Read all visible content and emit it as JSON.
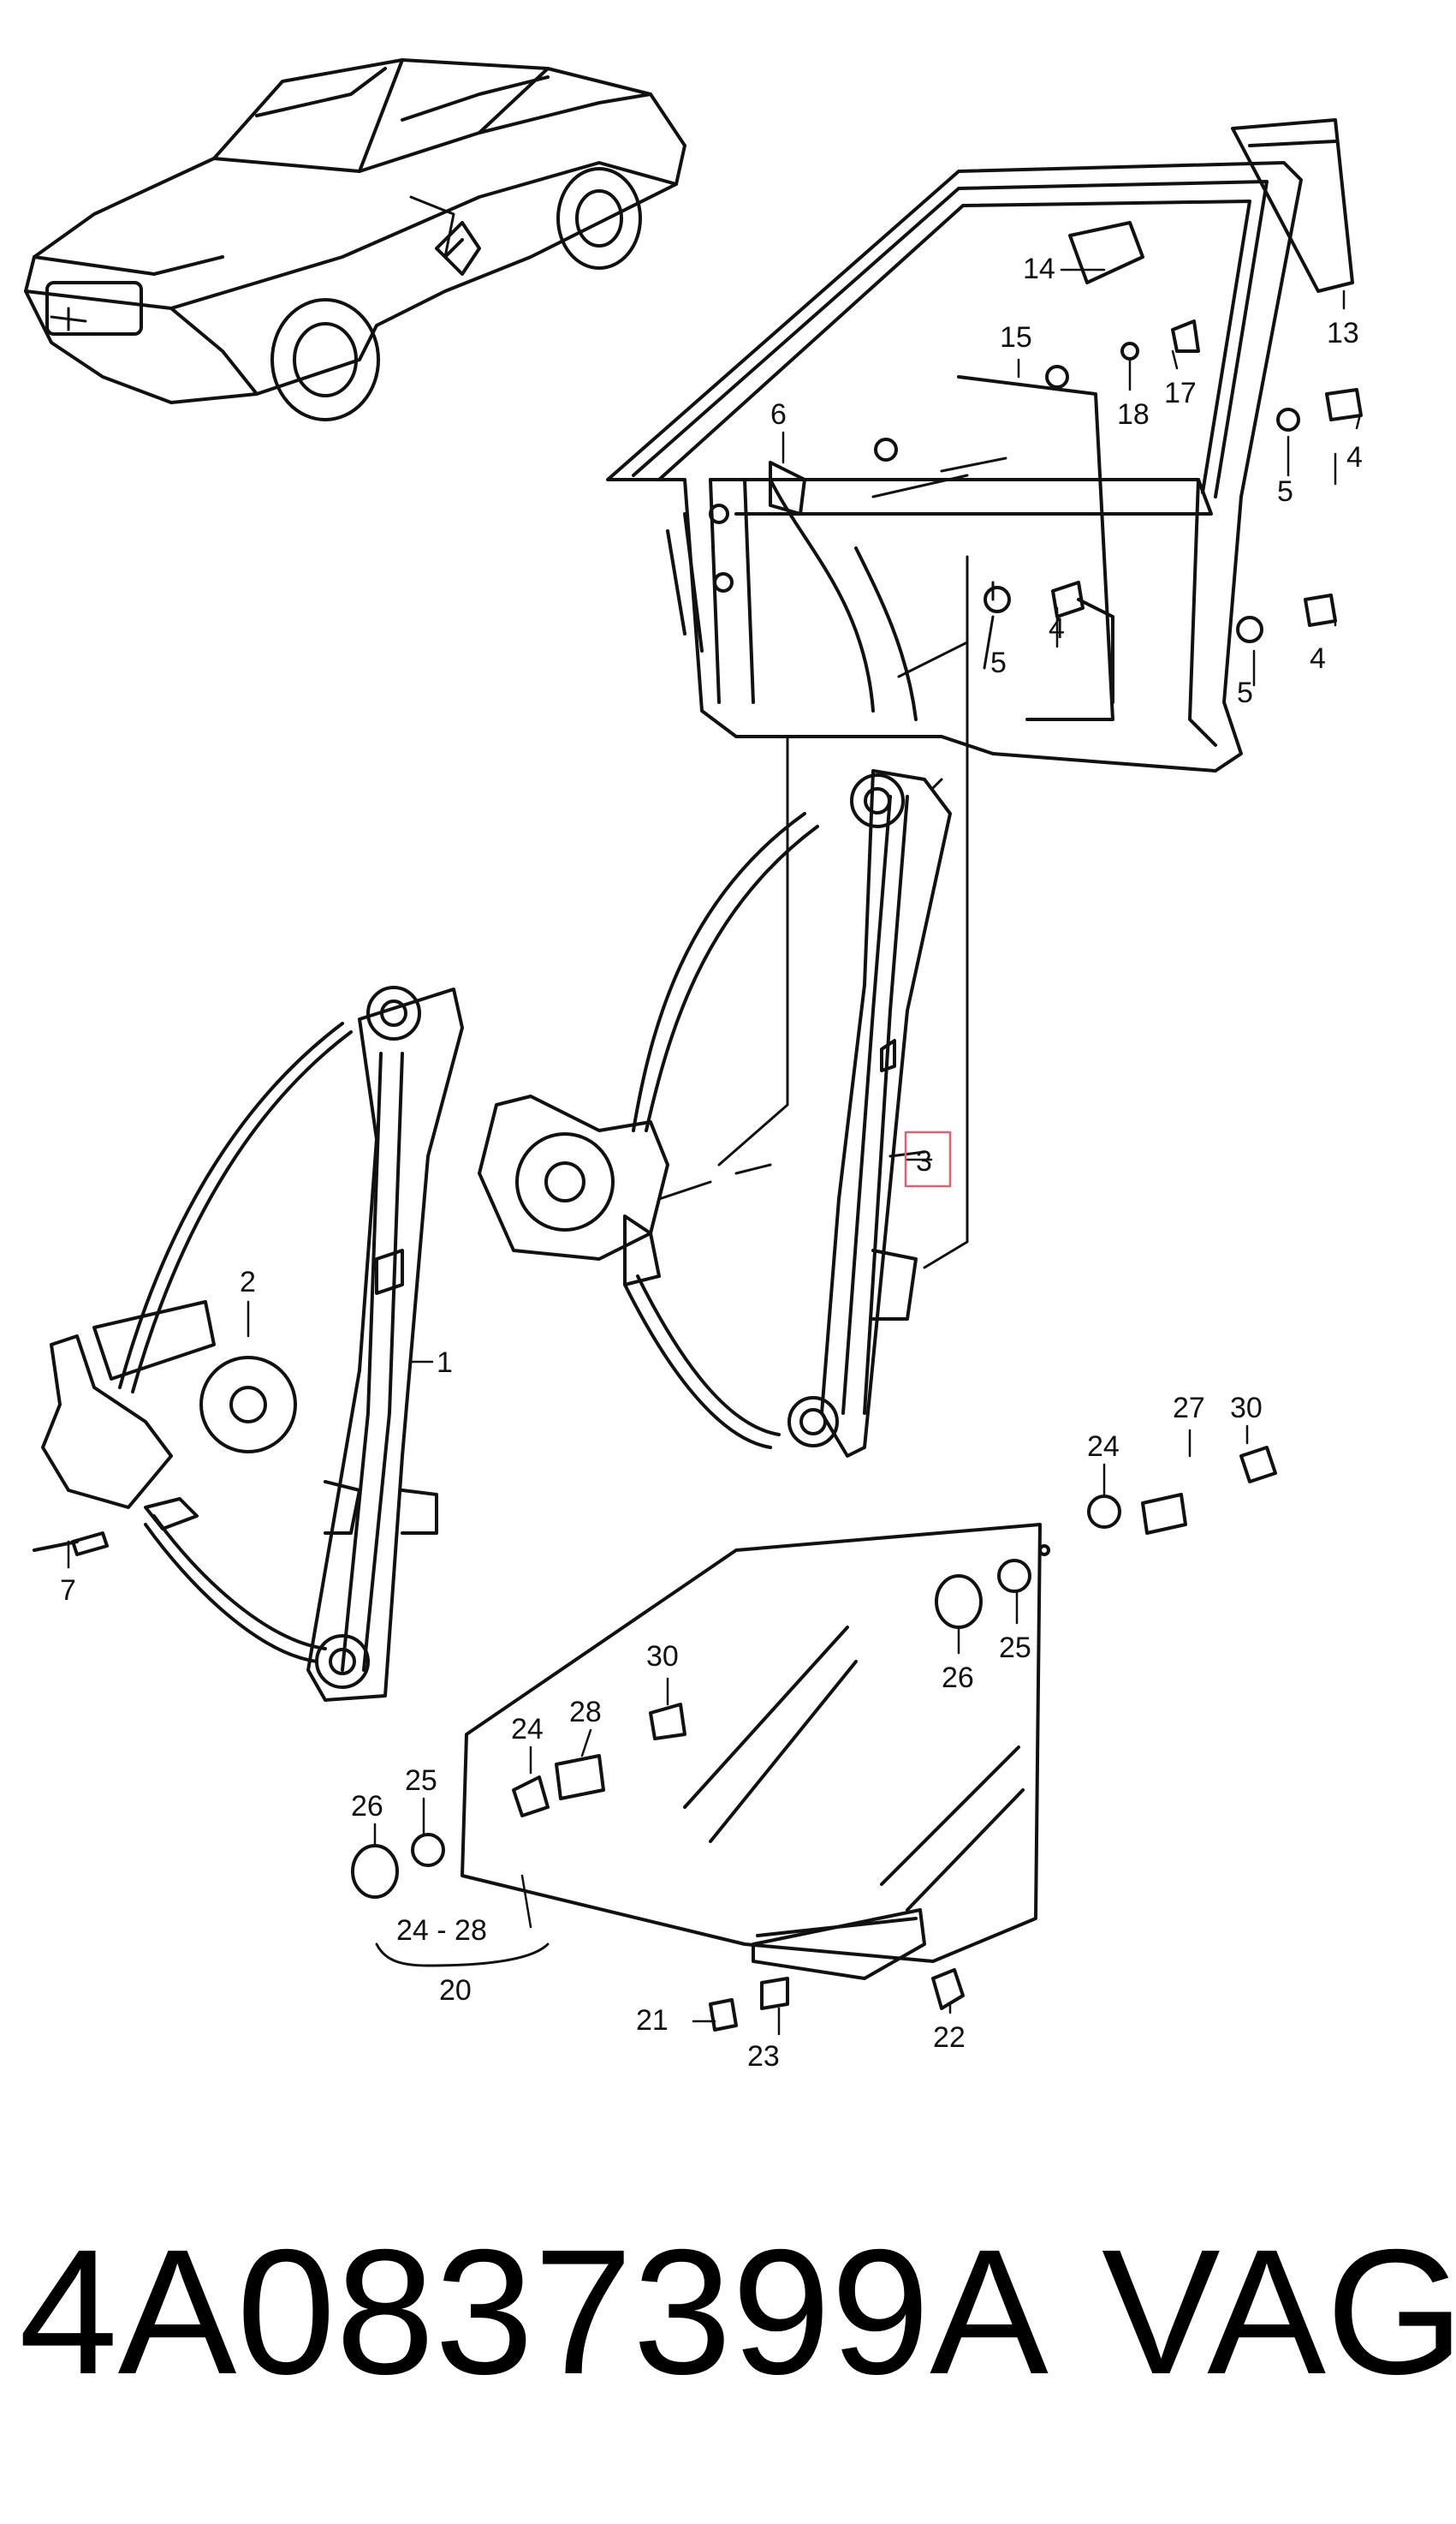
{
  "callouts": [
    {
      "id": "c1",
      "label": "1"
    },
    {
      "id": "c2",
      "label": "2"
    },
    {
      "id": "c3",
      "label": "3"
    },
    {
      "id": "c4a",
      "label": "4"
    },
    {
      "id": "c4b",
      "label": "4"
    },
    {
      "id": "c4c",
      "label": "4"
    },
    {
      "id": "c5a",
      "label": "5"
    },
    {
      "id": "c5b",
      "label": "5"
    },
    {
      "id": "c5c",
      "label": "5"
    },
    {
      "id": "c6",
      "label": "6"
    },
    {
      "id": "c7",
      "label": "7"
    },
    {
      "id": "c13",
      "label": "13"
    },
    {
      "id": "c14",
      "label": "14"
    },
    {
      "id": "c15",
      "label": "15"
    },
    {
      "id": "c17",
      "label": "17"
    },
    {
      "id": "c18",
      "label": "18"
    },
    {
      "id": "c20",
      "label": "20"
    },
    {
      "id": "c21",
      "label": "21"
    },
    {
      "id": "c22",
      "label": "22"
    },
    {
      "id": "c23",
      "label": "23"
    },
    {
      "id": "c24a",
      "label": "24"
    },
    {
      "id": "c24b",
      "label": "24"
    },
    {
      "id": "c2428",
      "label": "24 - 28"
    },
    {
      "id": "c25a",
      "label": "25"
    },
    {
      "id": "c25b",
      "label": "25"
    },
    {
      "id": "c26a",
      "label": "26"
    },
    {
      "id": "c26b",
      "label": "26"
    },
    {
      "id": "c27",
      "label": "27"
    },
    {
      "id": "c28",
      "label": "28"
    },
    {
      "id": "c30a",
      "label": "30"
    },
    {
      "id": "c30b",
      "label": "30"
    }
  ],
  "highlight_color": "#e06070",
  "footer": {
    "part_number": "4A0837399A",
    "brand": "VAG"
  }
}
